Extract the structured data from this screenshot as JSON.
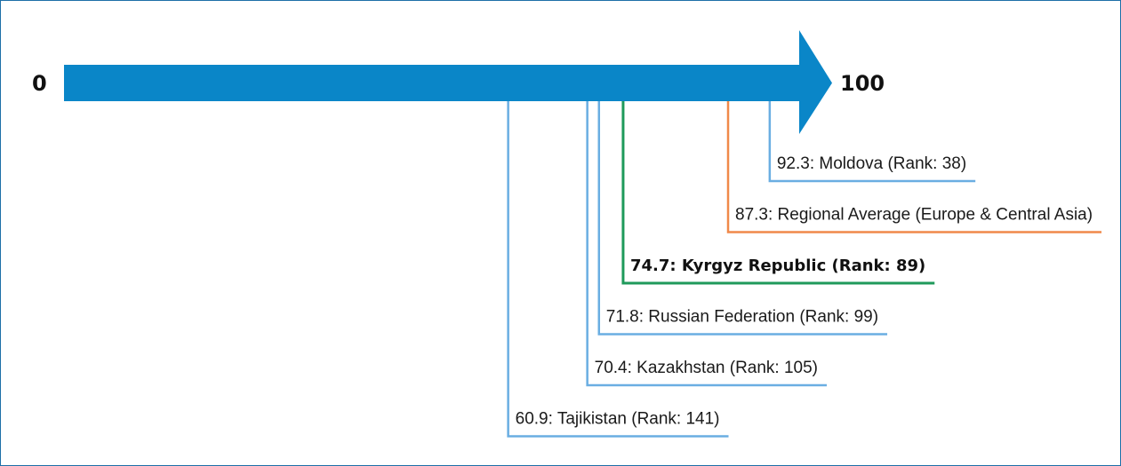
{
  "chart_data": {
    "type": "number-line",
    "axis": {
      "min_label": "0",
      "max_label": "100",
      "range": [
        0,
        100
      ]
    },
    "entries": [
      {
        "value": 92.3,
        "label": "92.3: Moldova (Rank: 38)",
        "color": "#6aaee2",
        "highlight": false
      },
      {
        "value": 87.3,
        "label": "87.3: Regional Average (Europe & Central Asia)",
        "color": "#f0894a",
        "highlight": false
      },
      {
        "value": 74.7,
        "label": "74.7: Kyrgyz Republic (Rank: 89)",
        "color": "#1f9a5b",
        "highlight": true
      },
      {
        "value": 71.8,
        "label": "71.8: Russian Federation (Rank: 99)",
        "color": "#6aaee2",
        "highlight": false
      },
      {
        "value": 70.4,
        "label": "70.4: Kazakhstan (Rank: 105)",
        "color": "#6aaee2",
        "highlight": false
      },
      {
        "value": 60.9,
        "label": "60.9: Tajikistan (Rank: 141)",
        "color": "#6aaee2",
        "highlight": false
      }
    ]
  },
  "colors": {
    "arrow": "#0a86c8",
    "border": "#1e6fa8"
  }
}
